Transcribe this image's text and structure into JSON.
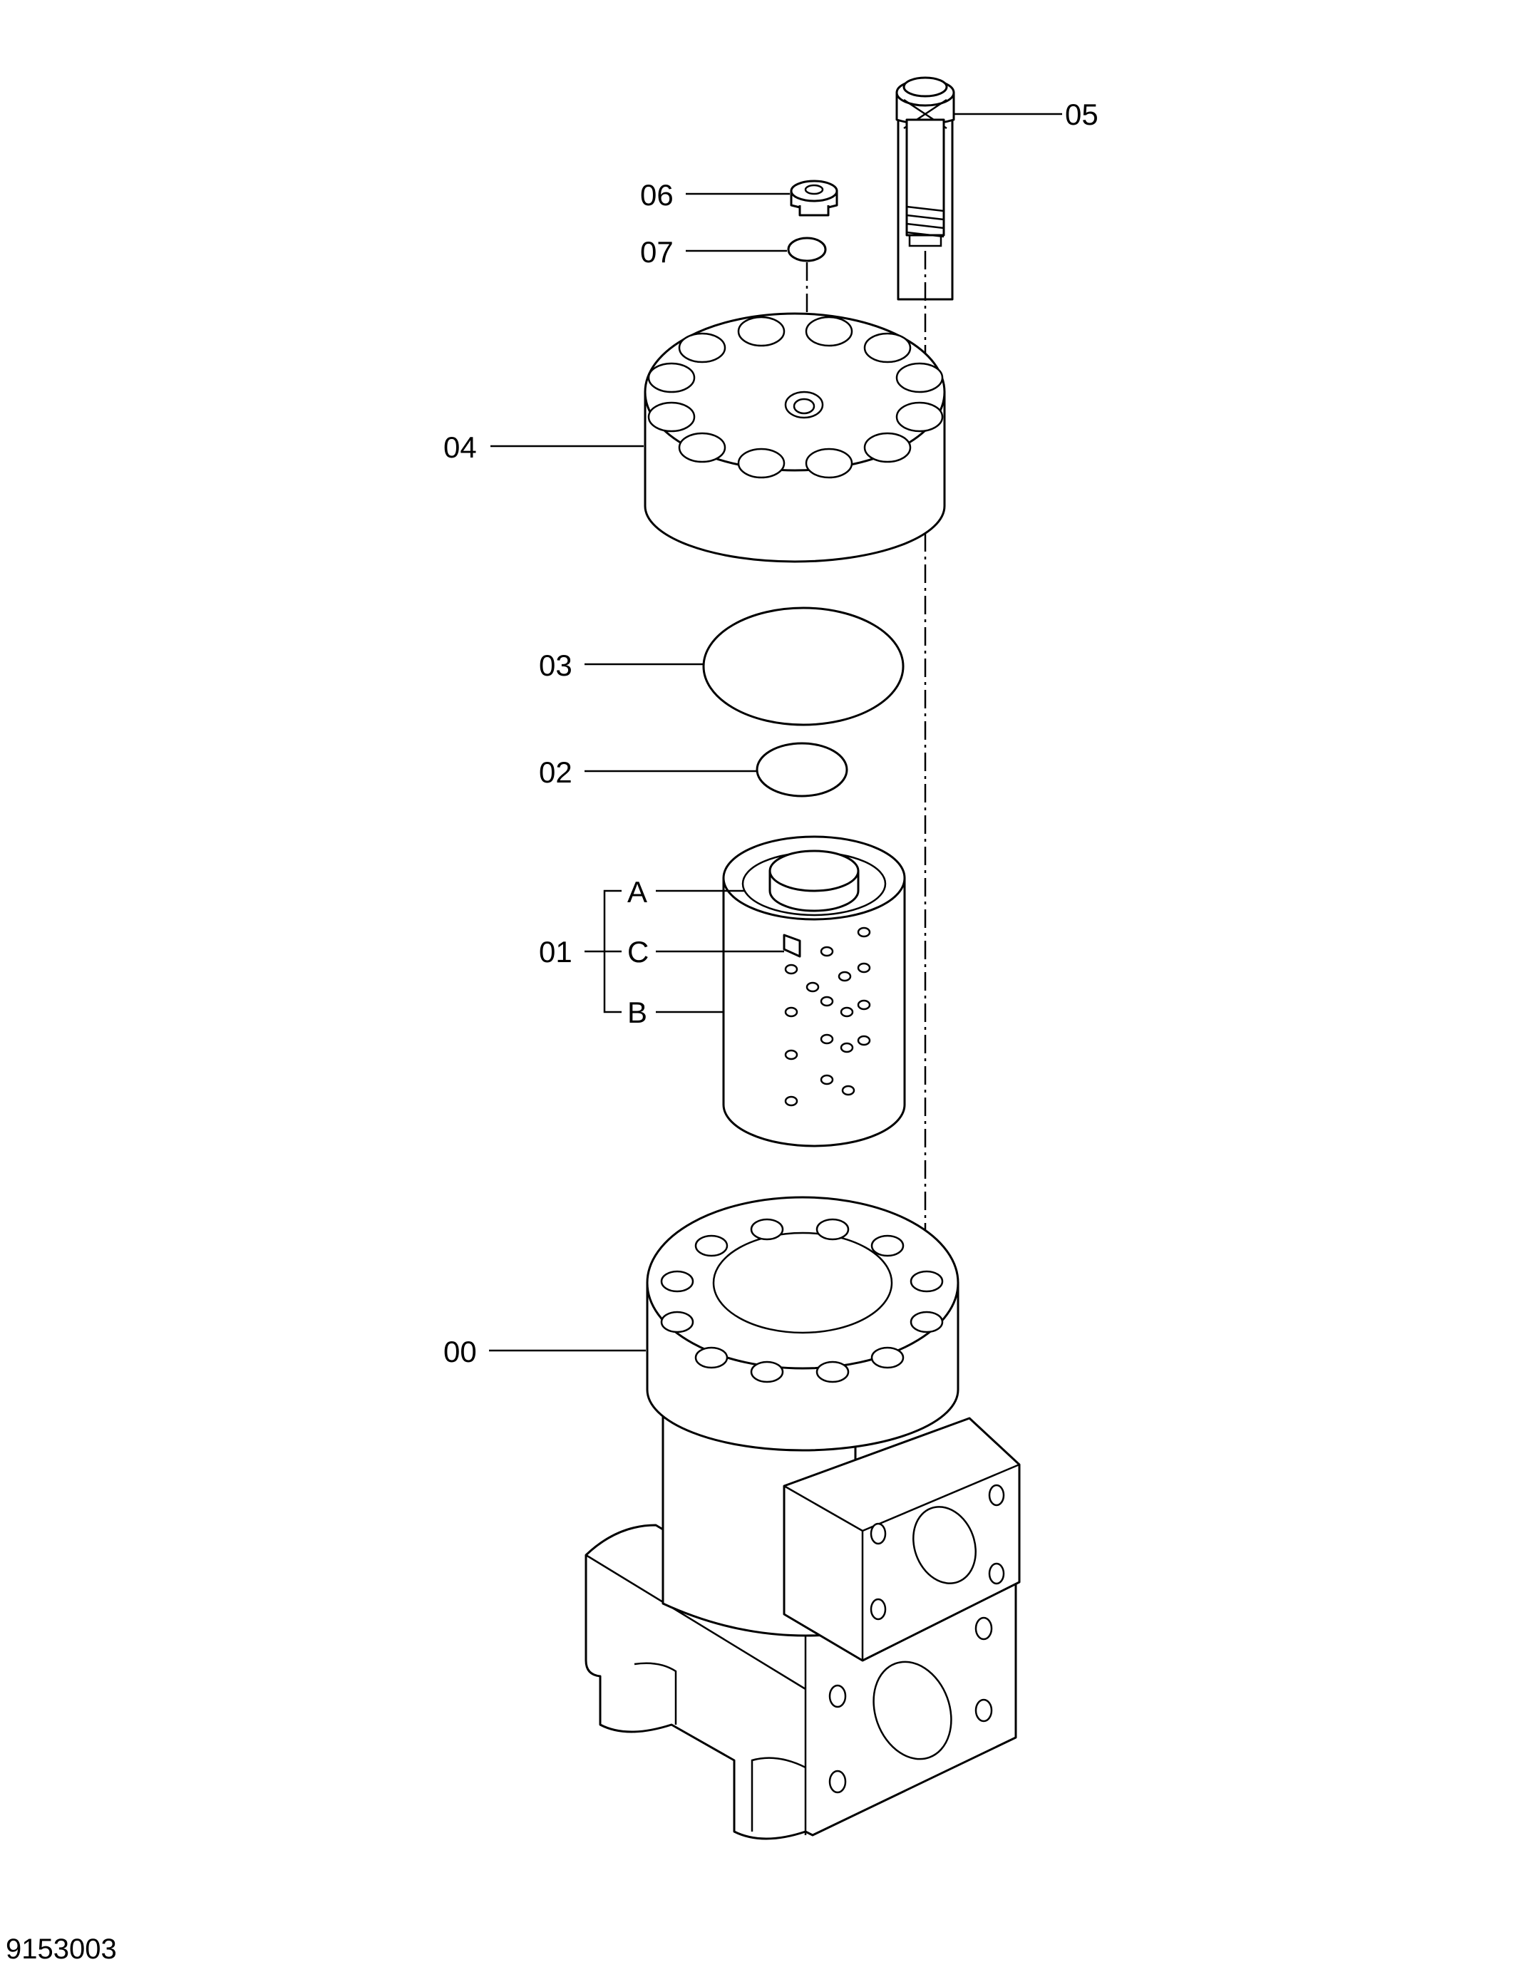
{
  "figure_number": "9153003",
  "callouts": {
    "c00": "00",
    "c01": "01",
    "c02": "02",
    "c03": "03",
    "c04": "04",
    "c05": "05",
    "c06": "06",
    "c07": "07",
    "sub_a": "A",
    "sub_b": "B",
    "sub_c": "C"
  }
}
